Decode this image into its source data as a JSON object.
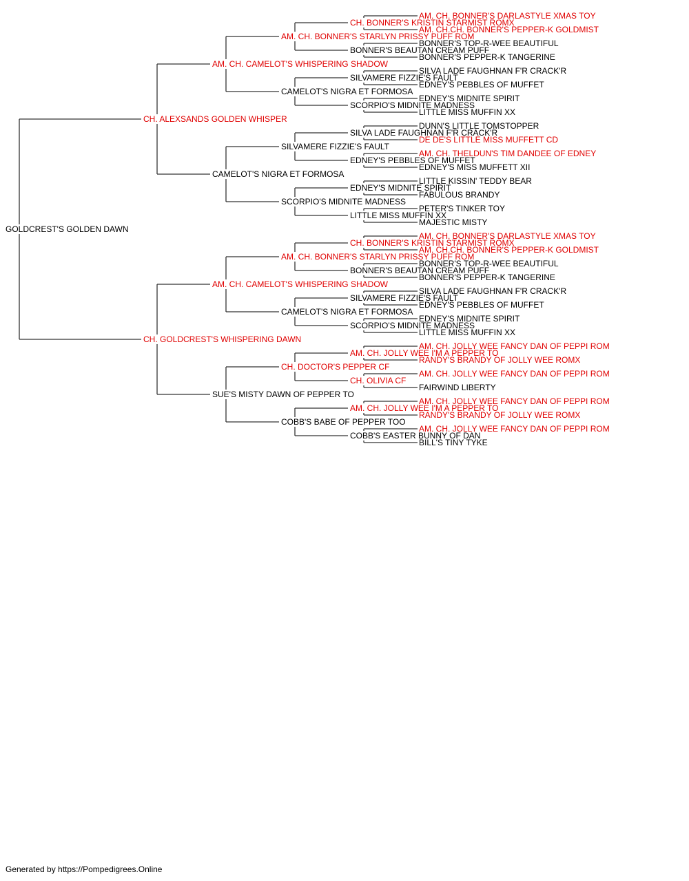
{
  "colors": {
    "champion": "#e00000",
    "normal": "#000000",
    "line": "#333333"
  },
  "footer": "Generated by https://Pompedigrees.Online",
  "pedigree": {
    "name": "GOLDCREST'S GOLDEN DAWN",
    "champion": false,
    "sire": {
      "name": "CH. ALEXSANDS GOLDEN WHISPER",
      "champion": true,
      "sire": {
        "name": "AM. CH. CAMELOT'S WHISPERING SHADOW",
        "champion": true,
        "sire": {
          "name": "AM. CH. BONNER'S STARLYN PRISSY PUFF ROM",
          "champion": true,
          "sire": {
            "name": "CH. BONNER'S KRISTIN STARMIST ROMX",
            "champion": true,
            "sire": {
              "name": "AM. CH. BONNER'S DARLASTYLE XMAS TOY",
              "champion": true
            },
            "dam": {
              "name": "AM. CH.CH. BONNER'S PEPPER-K GOLDMIST",
              "champion": true
            }
          },
          "dam": {
            "name": "BONNER'S BEAUTAN CREAM PUFF",
            "champion": false,
            "sire": {
              "name": "BONNER'S TOP-R-WEE BEAUTIFUL",
              "champion": false
            },
            "dam": {
              "name": "BONNER'S PEPPER-K TANGERINE",
              "champion": false
            }
          }
        },
        "dam": {
          "name": "CAMELOT'S NIGRA ET FORMOSA",
          "champion": false,
          "sire": {
            "name": "SILVAMERE FIZZIE'S FAULT",
            "champion": false,
            "sire": {
              "name": "SILVA LADE FAUGHNAN F'R CRACK'R",
              "champion": false
            },
            "dam": {
              "name": "EDNEY'S PEBBLES OF MUFFET",
              "champion": false
            }
          },
          "dam": {
            "name": "SCORPIO'S MIDNITE MADNESS",
            "champion": false,
            "sire": {
              "name": "EDNEY'S MIDNITE SPIRIT",
              "champion": false
            },
            "dam": {
              "name": "LITTLE MISS MUFFIN XX",
              "champion": false
            }
          }
        }
      },
      "dam": {
        "name": "CAMELOT'S NIGRA ET FORMOSA",
        "champion": false,
        "sire": {
          "name": "SILVAMERE FIZZIE'S FAULT",
          "champion": false,
          "sire": {
            "name": "SILVA LADE FAUGHNAN F'R CRACK'R",
            "champion": false,
            "sire": {
              "name": "DUNN'S LITTLE TOMSTOPPER",
              "champion": false
            },
            "dam": {
              "name": "DE DE'S LITTLE MISS MUFFETT CD",
              "champion": true
            }
          },
          "dam": {
            "name": "EDNEY'S PEBBLES OF MUFFET",
            "champion": false,
            "sire": {
              "name": "AM. CH. THELDUN'S TIM DANDEE OF EDNEY",
              "champion": true
            },
            "dam": {
              "name": "EDNEY'S MISS MUFFETT XII",
              "champion": false
            }
          }
        },
        "dam": {
          "name": "SCORPIO'S MIDNITE MADNESS",
          "champion": false,
          "sire": {
            "name": "EDNEY'S MIDNITE SPIRIT",
            "champion": false,
            "sire": {
              "name": "LITTLE KISSIN' TEDDY BEAR",
              "champion": false
            },
            "dam": {
              "name": "FABULOUS BRANDY",
              "champion": false
            }
          },
          "dam": {
            "name": "LITTLE MISS MUFFIN XX",
            "champion": false,
            "sire": {
              "name": "PETER'S TINKER TOY",
              "champion": false
            },
            "dam": {
              "name": "MAJESTIC MISTY",
              "champion": false
            }
          }
        }
      }
    },
    "dam": {
      "name": "CH. GOLDCREST'S WHISPERING DAWN",
      "champion": true,
      "sire": {
        "name": "AM. CH. CAMELOT'S WHISPERING SHADOW",
        "champion": true,
        "sire": {
          "name": "AM. CH. BONNER'S STARLYN PRISSY PUFF ROM",
          "champion": true,
          "sire": {
            "name": "CH. BONNER'S KRISTIN STARMIST ROMX",
            "champion": true,
            "sire": {
              "name": "AM. CH. BONNER'S DARLASTYLE XMAS TOY",
              "champion": true
            },
            "dam": {
              "name": "AM. CH.CH. BONNER'S PEPPER-K GOLDMIST",
              "champion": true
            }
          },
          "dam": {
            "name": "BONNER'S BEAUTAN CREAM PUFF",
            "champion": false,
            "sire": {
              "name": "BONNER'S TOP-R-WEE BEAUTIFUL",
              "champion": false
            },
            "dam": {
              "name": "BONNER'S PEPPER-K TANGERINE",
              "champion": false
            }
          }
        },
        "dam": {
          "name": "CAMELOT'S NIGRA ET FORMOSA",
          "champion": false,
          "sire": {
            "name": "SILVAMERE FIZZIE'S FAULT",
            "champion": false,
            "sire": {
              "name": "SILVA LADE FAUGHNAN F'R CRACK'R",
              "champion": false
            },
            "dam": {
              "name": "EDNEY'S PEBBLES OF MUFFET",
              "champion": false
            }
          },
          "dam": {
            "name": "SCORPIO'S MIDNITE MADNESS",
            "champion": false,
            "sire": {
              "name": "EDNEY'S MIDNITE SPIRIT",
              "champion": false
            },
            "dam": {
              "name": "LITTLE MISS MUFFIN XX",
              "champion": false
            }
          }
        }
      },
      "dam": {
        "name": "SUE'S MISTY DAWN OF PEPPER TO",
        "champion": false,
        "sire": {
          "name": "CH. DOCTOR'S PEPPER CF",
          "champion": true,
          "sire": {
            "name": "AM. CH. JOLLY WEE I'M A PEPPER TO",
            "champion": true,
            "sire": {
              "name": "AM. CH. JOLLY WEE FANCY DAN OF PEPPI ROM",
              "champion": true
            },
            "dam": {
              "name": "RANDY'S BRANDY OF JOLLY WEE ROMX",
              "champion": true
            }
          },
          "dam": {
            "name": "CH. OLIVIA CF",
            "champion": true,
            "sire": {
              "name": "AM. CH. JOLLY WEE FANCY DAN OF PEPPI ROM",
              "champion": true
            },
            "dam": {
              "name": "FAIRWIND LIBERTY",
              "champion": false
            }
          }
        },
        "dam": {
          "name": "COBB'S BABE OF PEPPER TOO",
          "champion": false,
          "sire": {
            "name": "AM. CH. JOLLY WEE I'M A PEPPER TO",
            "champion": true,
            "sire": {
              "name": "AM. CH. JOLLY WEE FANCY DAN OF PEPPI ROM",
              "champion": true
            },
            "dam": {
              "name": "RANDY'S BRANDY OF JOLLY WEE ROMX",
              "champion": true
            }
          },
          "dam": {
            "name": "COBB'S EASTER BUNNY OF DAN",
            "champion": false,
            "sire": {
              "name": "AM. CH. JOLLY WEE FANCY DAN OF PEPPI ROM",
              "champion": true
            },
            "dam": {
              "name": "BILL'S TINY TYKE",
              "champion": false
            }
          }
        }
      }
    }
  }
}
